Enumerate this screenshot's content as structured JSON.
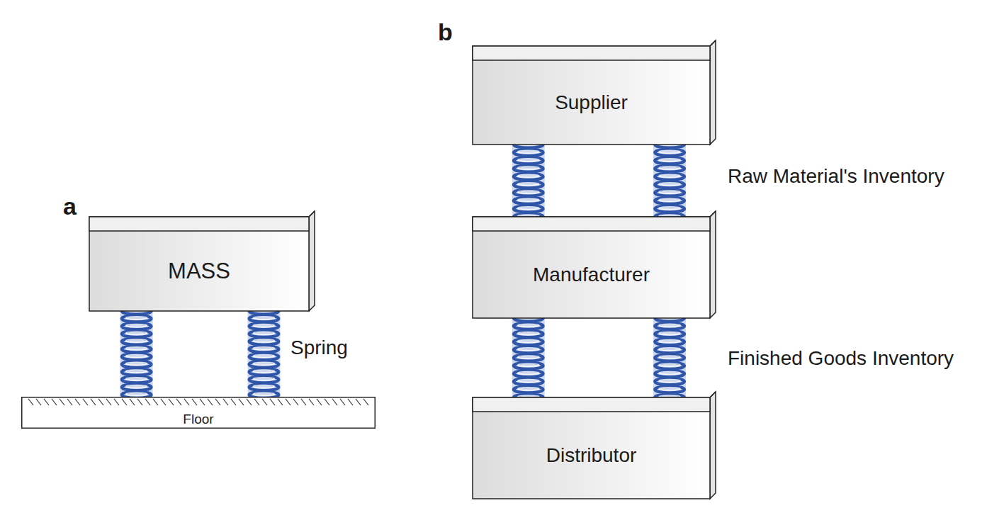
{
  "diagram": {
    "nodes": [
      {
        "text": [
          "MASS"
        ]
      },
      {
        "text": [
          "Floor"
        ]
      },
      {
        "text": [
          "Supplier"
        ]
      },
      {
        "text": [
          "Manufacturer"
        ]
      },
      {
        "text": [
          "Distributor"
        ]
      }
    ],
    "edges": [
      {
        "from": 0,
        "to": 1,
        "arrow": "none"
      },
      {
        "from": 0,
        "to": 1,
        "arrow": "none"
      },
      {
        "from": 2,
        "to": 3,
        "arrow": "none"
      },
      {
        "from": 2,
        "to": 3,
        "arrow": "none"
      },
      {
        "from": 3,
        "to": 4,
        "arrow": "none"
      },
      {
        "from": 3,
        "to": 4,
        "arrow": "none"
      }
    ],
    "labels": [
      "a",
      "Spring",
      "b",
      "Raw Material's Inventory",
      "Finished Goods Inventory"
    ]
  }
}
